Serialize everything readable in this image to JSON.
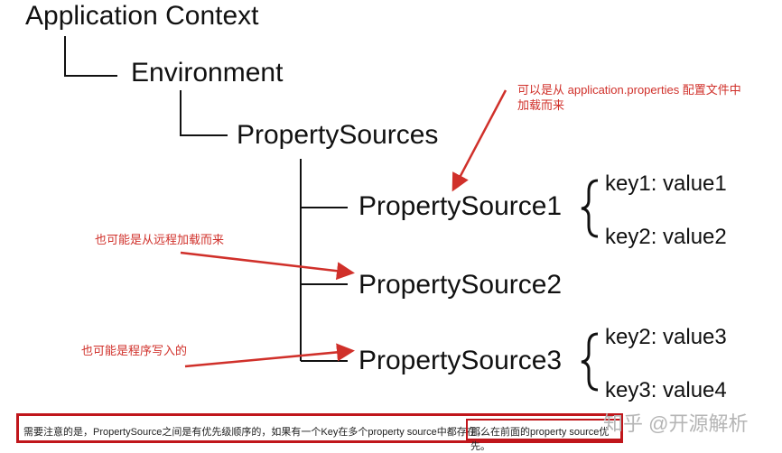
{
  "tree": {
    "root": "Application Context",
    "environment": "Environment",
    "property_sources": "PropertySources",
    "sources": [
      {
        "name": "PropertySource1",
        "keys": [
          "key1: value1",
          "key2: value2"
        ]
      },
      {
        "name": "PropertySource2",
        "keys": []
      },
      {
        "name": "PropertySource3",
        "keys": [
          "key2: value3",
          "key3: value4"
        ]
      }
    ]
  },
  "annotations": {
    "source1_line1": "可以是从 application.properties 配置文件中",
    "source1_line2": "加载而来",
    "source2": "也可能是从远程加载而来",
    "source3": "也可能是程序写入的"
  },
  "note": {
    "text": "需要注意的是，PropertySource之间是有优先级顺序的，如果有一个Key在多个property source中都存在，",
    "highlight": "那么在前面的property source优先。"
  },
  "watermark": "知乎 @开源解析",
  "colors": {
    "annotation": "#d0302a",
    "box": "#c0161b",
    "line": "#111111"
  }
}
